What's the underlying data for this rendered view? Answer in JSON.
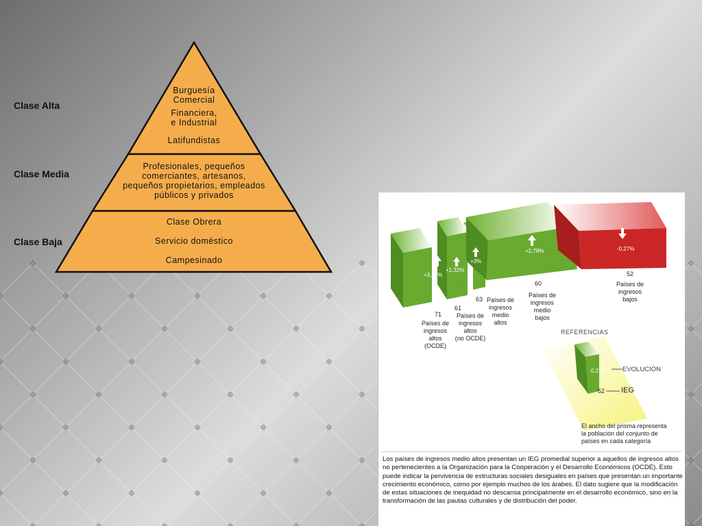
{
  "class_labels": {
    "alta": "Clase Alta",
    "media": "Clase Media",
    "baja": "Clase Baja"
  },
  "pyramid": {
    "alta": [
      "Burguesía",
      "Comercial",
      "Financiera,",
      "e Industrial",
      "Latifundistas"
    ],
    "media": [
      "Profesionales, pequeños",
      "comerciantes, artesanos,",
      "pequeños propietarios, empleados",
      "públicos y privados"
    ],
    "baja": [
      "Clase Obrera",
      "Servicio doméstico",
      "Campesinado"
    ]
  },
  "chart": {
    "groups": [
      {
        "ieg": "71",
        "evolution": "+3,21%",
        "label": [
          "Países de",
          "ingresos",
          "altos",
          "(OCDE)"
        ]
      },
      {
        "ieg": "61",
        "evolution": "+1,32%",
        "label": [
          "Países de",
          "ingresos",
          "altos",
          "(no OCDE)"
        ]
      },
      {
        "ieg": "63",
        "evolution": "+3%",
        "label": [
          "Países de",
          "ingresos",
          "medio",
          "altos"
        ]
      },
      {
        "ieg": "60",
        "evolution": "+2,78%",
        "label": [
          "Países de",
          "ingresos",
          "medio",
          "bajos"
        ]
      },
      {
        "ieg": "52",
        "evolution": "-0,27%",
        "label": [
          "Países de",
          "ingresos",
          "bajos"
        ]
      }
    ],
    "references": {
      "title": "REFERENCIAS",
      "sample_value": "0,27%",
      "sample_ieg": "52",
      "evolucion": "EVOLUCIÓN",
      "ieg": "IEG",
      "note": [
        "El ancho del prisma representa",
        "la población del conjunto de",
        "países en cada categoría"
      ]
    },
    "description": "Los países de ingresos medio altos presentan un IEG promedial superior a aquellos de ingresos altos no pertenecientes a la Organización para la Cooperación y el Desarrollo Económicos (OCDE). Esto puede indicar la pervivencia de estructuras sociales desiguales en países que presentan un importante crecimiento económico, como por ejemplo muchos de los árabes. El dato sugiere que la modificación de estas situaciones de inequidad no descansa principalmente en el desarrollo económico, sino en la transformación de las pautas culturales y de distribución del poder."
  },
  "colors": {
    "pyramid_fill": "#f5ad4c",
    "green": "#6fb233",
    "red": "#d42a2a"
  }
}
